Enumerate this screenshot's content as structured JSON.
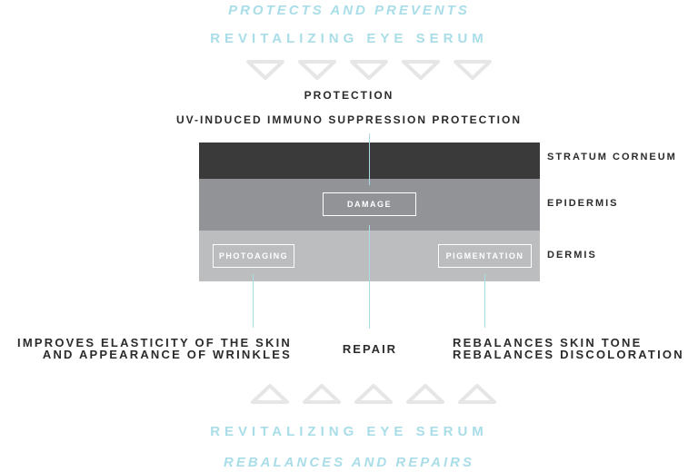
{
  "header": {
    "tagline": "PROTECTS AND PREVENTS",
    "product": "REVITALIZING EYE SERUM"
  },
  "top_labels": {
    "protection": "PROTECTION",
    "uv": "UV-INDUCED IMMUNO SUPPRESSION PROTECTION"
  },
  "layers": {
    "stratum": "STRATUM CORNEUM",
    "epidermis": "EPIDERMIS",
    "dermis": "DERMIS"
  },
  "boxes": {
    "damage": "DAMAGE",
    "photoaging": "PHOTOAGING",
    "pigmentation": "PIGMENTATION"
  },
  "bottom_labels": {
    "elasticity_line1": "IMPROVES ELASTICITY OF THE SKIN",
    "elasticity_line2": "AND APPEARANCE OF WRINKLES",
    "repair": "REPAIR",
    "tone_line1": "REBALANCES SKIN TONE",
    "tone_line2": "REBALANCES DISCOLORATION"
  },
  "footer": {
    "product": "REVITALIZING EYE SERUM",
    "tagline": "REBALANCES AND REPAIRS"
  },
  "colors": {
    "accent": "#a9dde8",
    "stratum": "#3a3a3b",
    "epidermis": "#929396",
    "dermis": "#bcbdbf",
    "chevron": "#e6e6e6"
  }
}
